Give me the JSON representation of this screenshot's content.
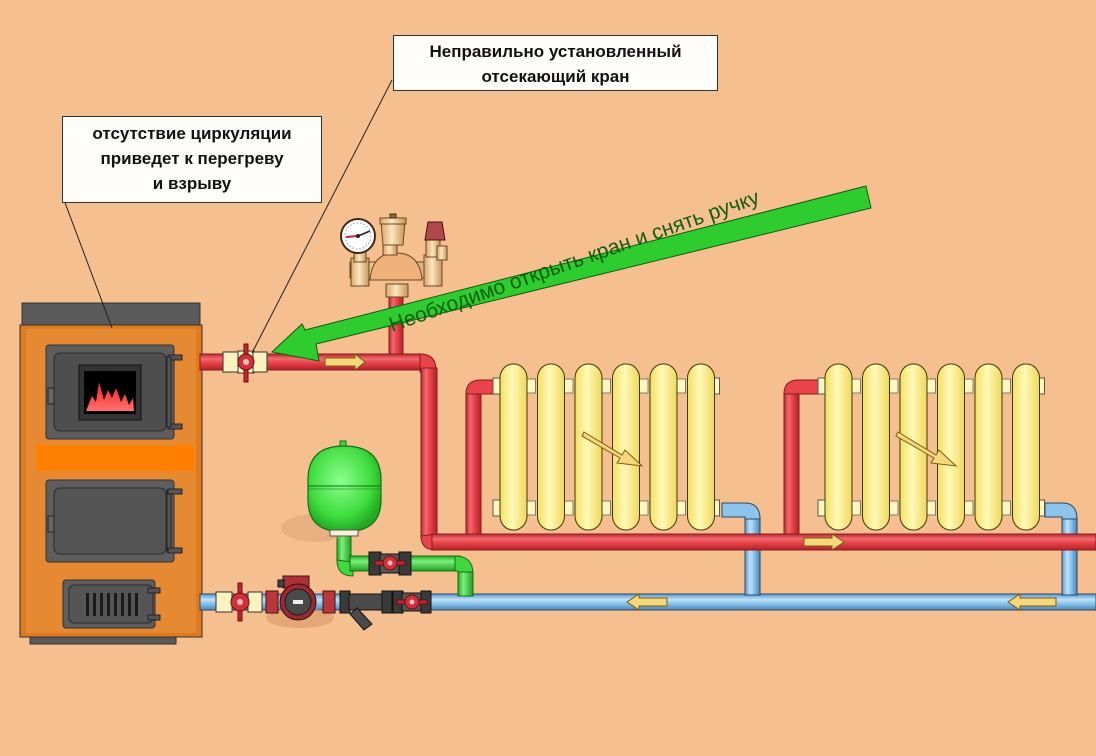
{
  "diagram": {
    "title": "Heating system with solid fuel boiler: incorrectly installed shut-off valve",
    "callouts": {
      "valve": {
        "lines": [
          "Неправильно установленный",
          "отсекающий кран"
        ]
      },
      "circulation": {
        "lines": [
          "отсутствие циркуляции",
          "приведет к перегреву",
          "и взрыву"
        ]
      }
    },
    "banner": {
      "text": "Необходимо открыть кран и снять ручку"
    },
    "components": {
      "boiler": "solid-fuel-boiler",
      "safety_group": [
        "pressure-gauge",
        "air-vent",
        "safety-valve"
      ],
      "expansion_tank": "expansion-tank",
      "pump": "circulation-pump",
      "filter": "strainer-filter",
      "radiators": [
        {
          "sections": 6
        },
        {
          "sections": 6
        }
      ],
      "valves": [
        "supply-shutoff-valve",
        "return-valve",
        "tank-valve",
        "bypass-valve"
      ]
    },
    "colors": {
      "background": "#f6bf90",
      "supply_pipe": "#e8444a",
      "return_pipe": "#8cc4ec",
      "expansion_pipe": "#3fd83f",
      "radiator": "#fbf08a",
      "boiler_body": "#e07a1e",
      "banner_green": "#2ecc2e",
      "flow_arrow": "#f4d87a"
    }
  }
}
